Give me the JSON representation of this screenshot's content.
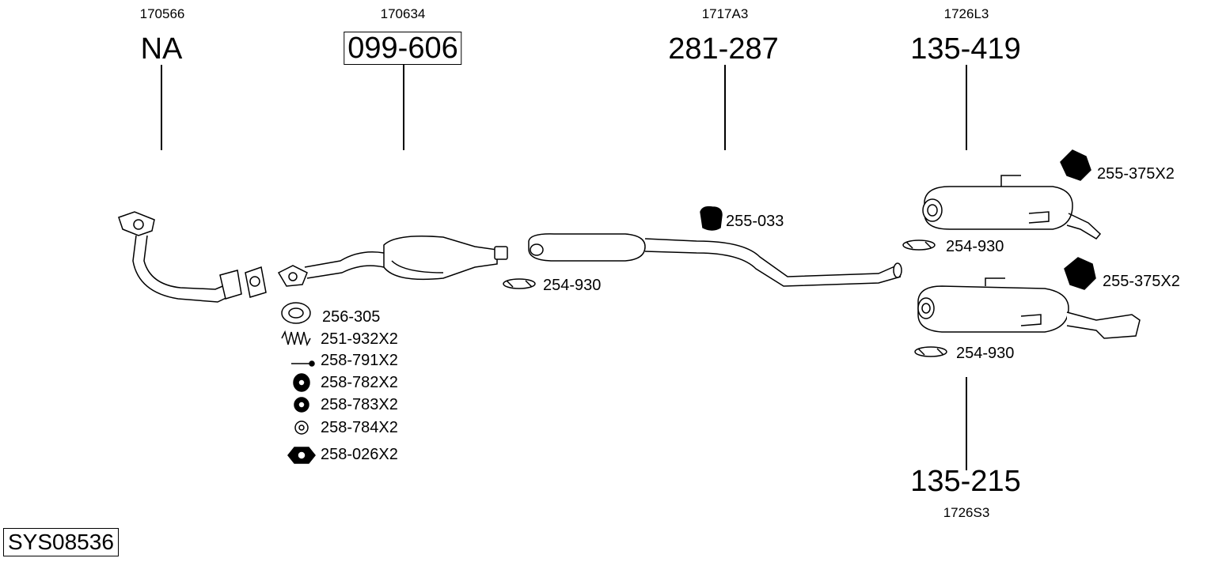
{
  "columns": [
    {
      "code": "170566",
      "part": "NA",
      "boxed": false
    },
    {
      "code": "170634",
      "part": "099-606",
      "boxed": true
    },
    {
      "code": "1717A3",
      "part": "281-287",
      "boxed": false
    },
    {
      "code": "1726L3",
      "part": "135-419",
      "boxed": false
    }
  ],
  "bottom_column": {
    "code": "1726S3",
    "part": "135-215"
  },
  "accessories": {
    "front_kit": [
      "256-305",
      "251-932X2",
      "258-791X2",
      "258-782X2",
      "258-783X2",
      "258-784X2",
      "258-026X2"
    ],
    "clamp_cat": "254-930",
    "hanger_mid": "255-033",
    "hanger_rear_top": "255-375X2",
    "clamp_rear_top": "254-930",
    "hanger_rear_bottom": "255-375X2",
    "clamp_rear_bottom": "254-930"
  },
  "system_id": "SYS08536"
}
